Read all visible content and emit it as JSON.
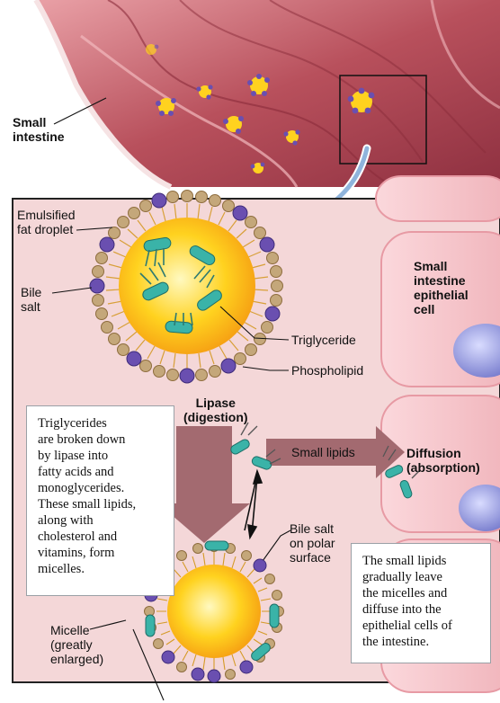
{
  "colors": {
    "intestine": "#b8505c",
    "panel": "#f4d7d8",
    "droplet_core": "#ffd21f",
    "phospholipid_head": "#c4a77a",
    "bile_salt": "#6a4fb0",
    "lipid": "#3ab3a8",
    "arrow": "#a36a70",
    "cell": "#f7c6cc",
    "nucleus": "#8a8fd8"
  },
  "labels": {
    "small_intestine": [
      "Small",
      "intestine"
    ],
    "emulsified_fat_droplet": [
      "Emulsified",
      "fat droplet"
    ],
    "bile_salt": [
      "Bile",
      "salt"
    ],
    "triglyceride": "Triglyceride",
    "phospholipid": "Phospholipid",
    "lipase": [
      "Lipase",
      "(digestion)"
    ],
    "small_lipids": "Small lipids",
    "diffusion": [
      "Diffusion",
      "(absorption)"
    ],
    "epithelial_cell": [
      "Small",
      "intestine",
      "epithelial",
      "cell"
    ],
    "bile_salt_polar": [
      "Bile salt",
      "on polar",
      "surface"
    ],
    "micelle": [
      "Micelle",
      "(greatly",
      "enlarged)"
    ]
  },
  "notes": {
    "left": [
      "Triglycerides",
      "are broken down",
      "by lipase into",
      "fatty acids and",
      "monoglycerides.",
      "These small lipids,",
      "along with",
      "cholesterol and",
      "vitamins, form",
      "micelles."
    ],
    "right": [
      "The small lipids",
      "gradually leave",
      "the micelles and",
      "diffuse into the",
      "epithelial cells of",
      "the intestine."
    ]
  }
}
